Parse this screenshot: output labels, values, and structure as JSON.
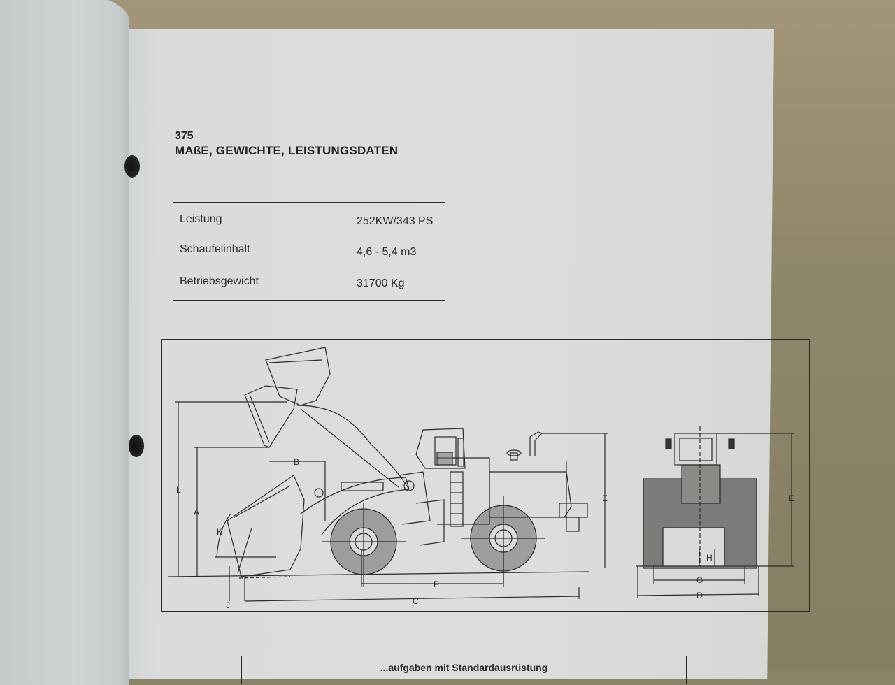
{
  "document": {
    "page_number": "375",
    "title": "MAßE, GEWICHTE, LEISTUNGSDATEN"
  },
  "specs": [
    {
      "label": "Leistung",
      "value": "252KW/343 PS"
    },
    {
      "label": "Schaufelinhalt",
      "value": "4,6 - 5,4 m3"
    },
    {
      "label": "Betriebsgewicht",
      "value": "31700 Kg"
    }
  ],
  "diagram": {
    "side_view_labels": {
      "L": "L",
      "A": "A",
      "B": "B",
      "K": "K",
      "J": "J",
      "F": "F",
      "C": "C",
      "E": "E"
    },
    "front_view_labels": {
      "E": "E",
      "H": "H",
      "G": "G",
      "D": "D"
    }
  },
  "bottom_box": {
    "title": "...aufgaben mit Standardausrüstung"
  }
}
